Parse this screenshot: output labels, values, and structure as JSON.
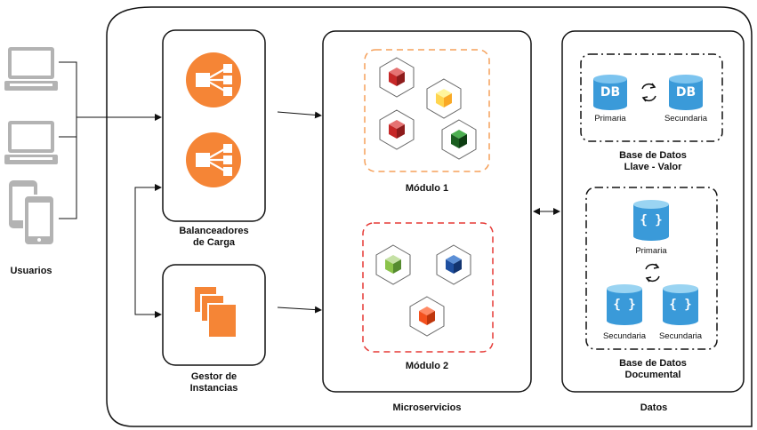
{
  "colors": {
    "aws_orange": "#f58536",
    "cube_red": "#c62828",
    "cube_yellow": "#ffd54f",
    "cube_green_dark": "#1b5e20",
    "cube_green_light": "#8bc34a",
    "cube_blue": "#1e4fa0",
    "cube_orange_red": "#f4511e",
    "db_blue": "#3a9ad9",
    "module1_border": "#f5a05a",
    "module2_border": "#e53935"
  },
  "icons": {
    "users": [
      "laptop-icon",
      "laptop-icon",
      "mobile-devices-icon"
    ],
    "load_balancers": [
      "load-balancer-icon",
      "load-balancer-icon"
    ],
    "instance_manager": "instances-icon",
    "module1_cubes": [
      "red-cube-icon",
      "yellow-cube-icon",
      "red-cube-icon",
      "dark-green-cube-icon"
    ],
    "module2_cubes": [
      "green-cube-icon",
      "blue-cube-icon",
      "red-cube-icon"
    ],
    "databases": [
      "db-icon",
      "document-db-icon"
    ]
  },
  "labels": {
    "users": "Usuarios",
    "load_balancers": [
      "Balanceadores",
      "de Carga"
    ],
    "instance_manager": [
      "Gestor de",
      "Instancias"
    ],
    "module1": "Módulo 1",
    "module2": "Módulo 2",
    "microservices": "Microservicios",
    "data": "Datos",
    "kv_db": [
      "Base de Datos",
      "Llave - Valor"
    ],
    "doc_db": [
      "Base de Datos",
      "Documental"
    ],
    "kv_primary": "Primaria",
    "kv_secondary": "Secundaria",
    "doc_primary": "Primaria",
    "doc_secondary_1": "Secundaria",
    "doc_secondary_2": "Secundaria",
    "db_text": "DB",
    "braces": "{ }"
  }
}
